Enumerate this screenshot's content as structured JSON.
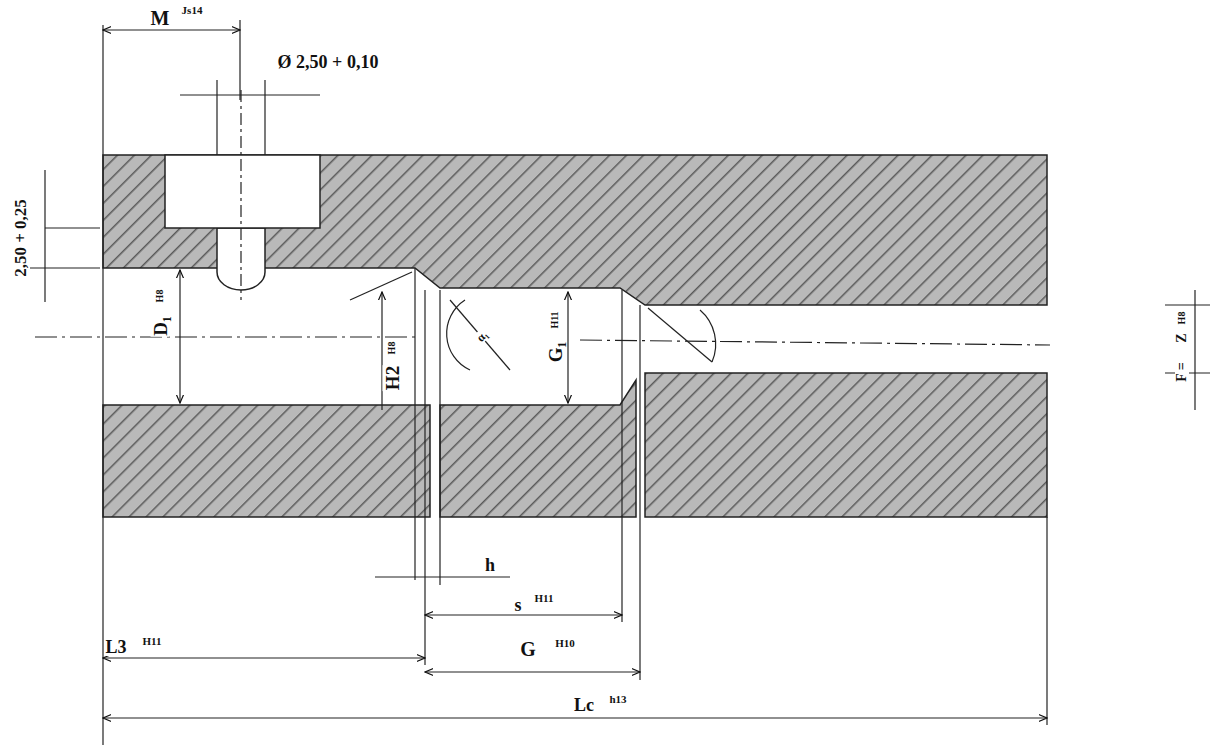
{
  "diagram": {
    "labels": [
      "M",
      "Js14",
      "Ø 2,50 + 0,10",
      "2,50 + 0,25",
      "D₁",
      "H8",
      "H2",
      "H8",
      "α₁",
      "G₁",
      "H11",
      "F =",
      "Z",
      "H8",
      "h",
      "s",
      "H11",
      "L3",
      "H11",
      "G",
      "H10",
      "Lc",
      "h13"
    ]
  }
}
